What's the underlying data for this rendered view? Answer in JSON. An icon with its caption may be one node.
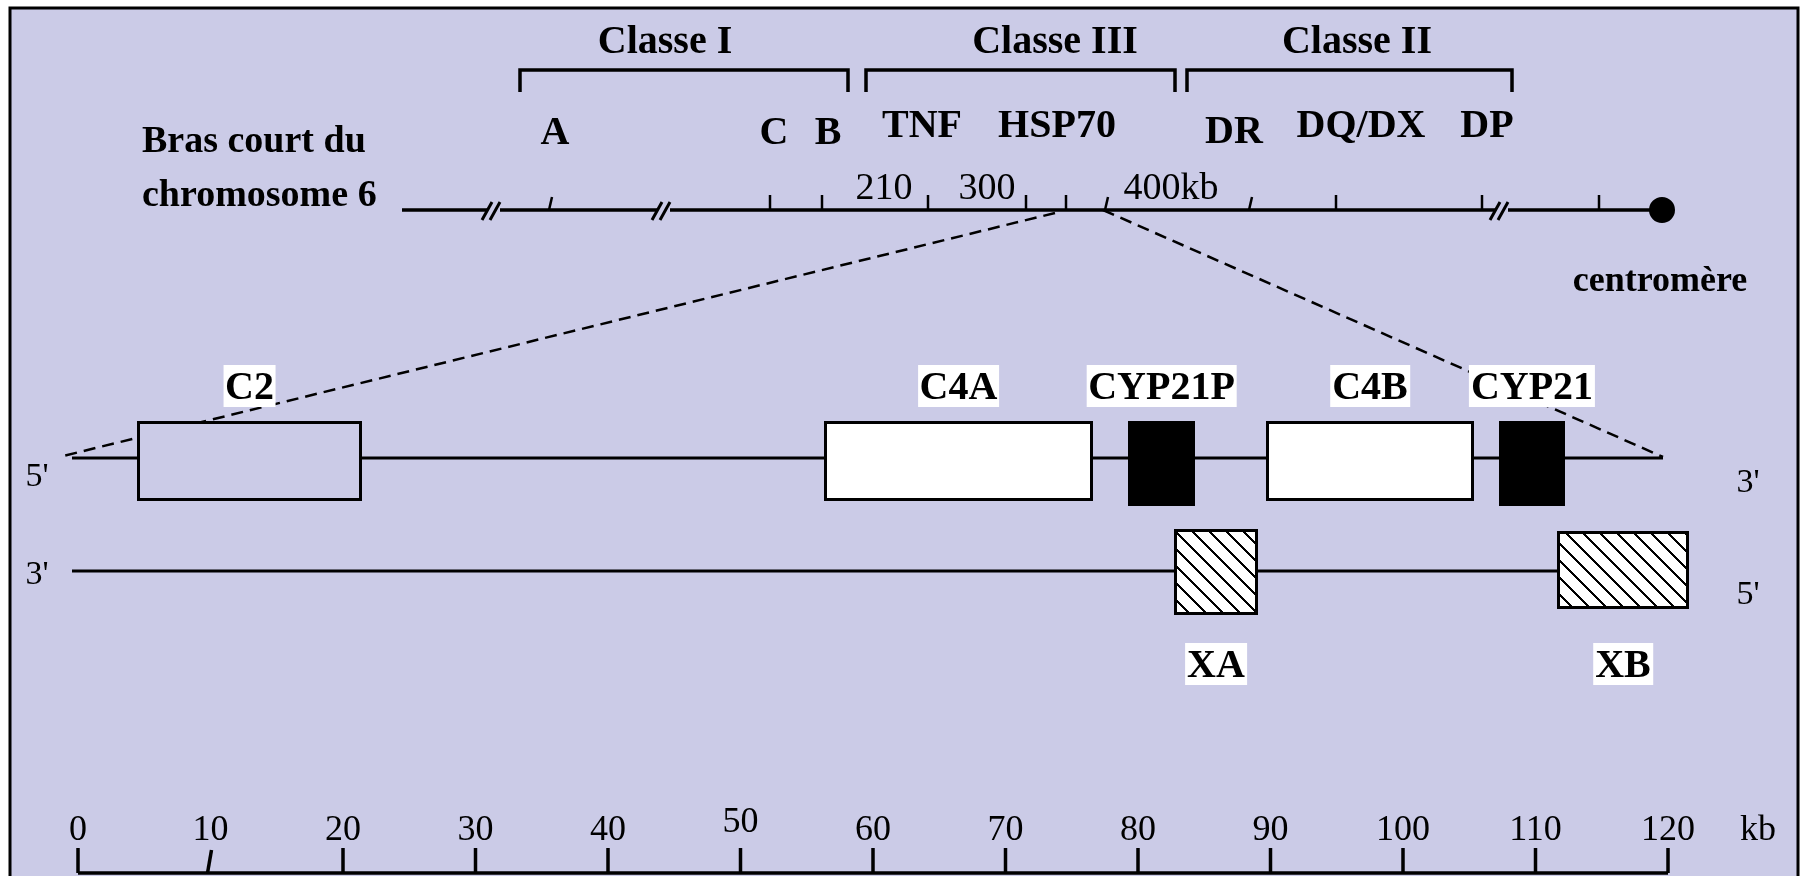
{
  "diagram": {
    "nodes": [
      {
        "text": [
          "C2"
        ]
      },
      {
        "text": [
          "C4A"
        ]
      },
      {
        "text": [
          "CYP21P"
        ]
      },
      {
        "text": [
          "C4B"
        ]
      },
      {
        "text": [
          "CYP21"
        ]
      },
      {
        "text": [
          "XA"
        ]
      },
      {
        "text": [
          "XB"
        ]
      }
    ],
    "labels": [
      "Classe I",
      "Classe III",
      "Classe II",
      "Bras court du chromosome 6",
      "A",
      "C",
      "B",
      "TNF",
      "HSP70",
      "DR",
      "DQ/DX",
      "DP",
      "210",
      "300",
      "400kb",
      "centromère",
      "5'",
      "3'",
      "3'",
      "5'",
      "0",
      "10",
      "20",
      "30",
      "40",
      "50",
      "60",
      "70",
      "80",
      "90",
      "100",
      "110",
      "120",
      "kb"
    ]
  }
}
